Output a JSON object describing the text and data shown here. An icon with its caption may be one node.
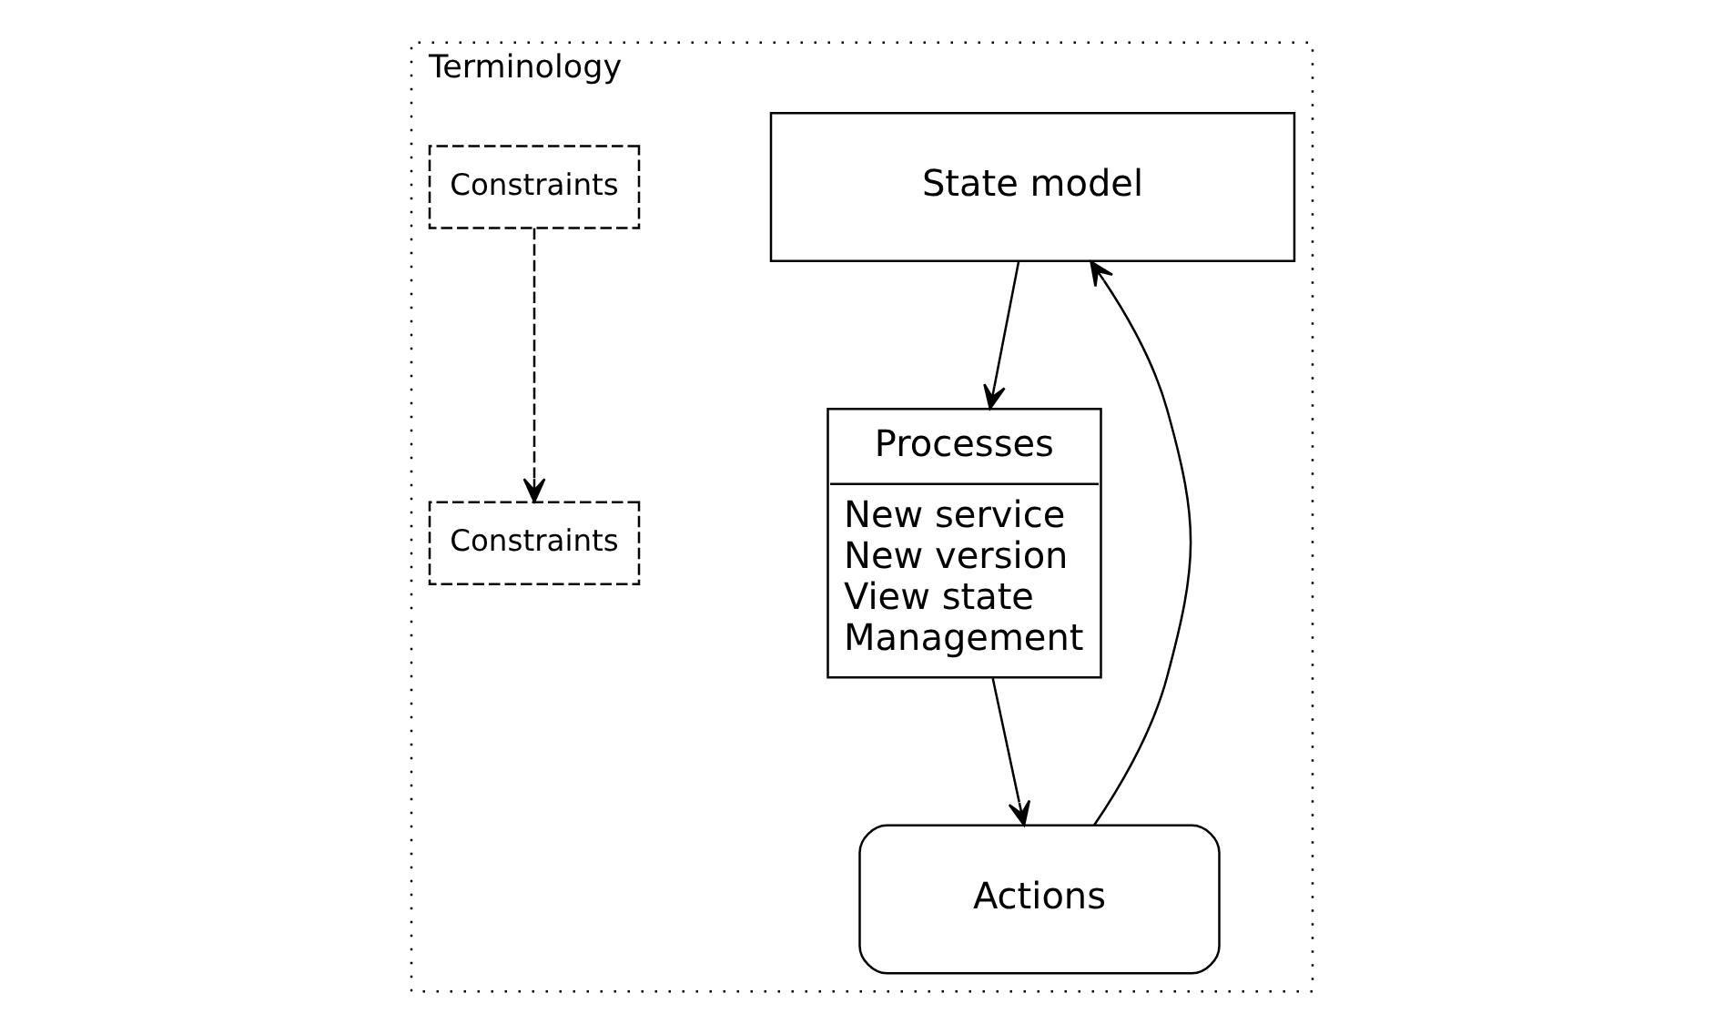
{
  "diagram": {
    "nodes": [
      {
        "text": [
          "Terminology"
        ]
      },
      {
        "text": [
          "State model"
        ],
        "in": 0
      },
      {
        "text": [
          "Constraints"
        ],
        "in": 0
      },
      {
        "text": [
          "Processes",
          "New service",
          "New version",
          "View state",
          "Management"
        ],
        "in": 0
      },
      {
        "text": [
          "Actions"
        ],
        "in": 0
      },
      {
        "text": [
          "Constraints"
        ],
        "in": 0
      }
    ],
    "edges": [
      {
        "from": 2,
        "to": 5,
        "arrow": "to",
        "style": "dashed"
      },
      {
        "from": 1,
        "to": 3,
        "arrow": "to"
      },
      {
        "from": 4,
        "to": 1,
        "arrow": "to"
      },
      {
        "from": 3,
        "to": 4,
        "arrow": "to"
      }
    ]
  }
}
